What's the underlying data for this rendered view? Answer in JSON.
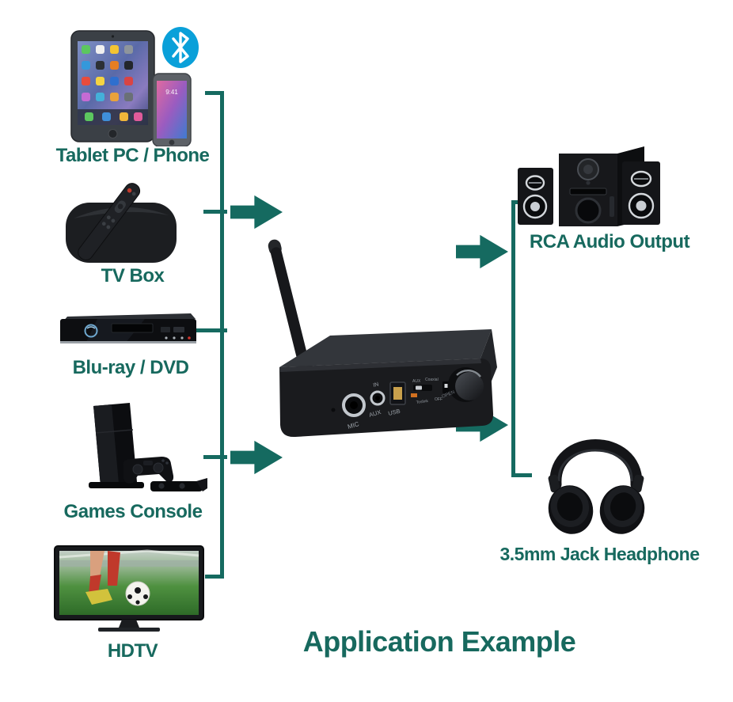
{
  "title": "Application Example",
  "colors": {
    "accent_teal": "#156a60",
    "label_teal": "#17695e",
    "bluetooth_blue": "#0aa0d9"
  },
  "sources": {
    "tablet": {
      "label": "Tablet PC / Phone"
    },
    "tvbox": {
      "label": "TV Box"
    },
    "bluray": {
      "label": "Blu-ray / DVD"
    },
    "console": {
      "label": "Games Console"
    },
    "hdtv": {
      "label": "HDTV"
    }
  },
  "outputs": {
    "rca": {
      "label": "RCA Audio Output"
    },
    "headphone": {
      "label": "3.5mm Jack Headphone"
    }
  },
  "device": {
    "mic": "MIC",
    "aux_in": "IN",
    "aux": "AUX",
    "usb": "USB",
    "sw_aux": "AUX",
    "sw_coaxial": "Coaxial",
    "sw_toslink": "Toslink",
    "sw_off": "OFF",
    "knob": "OPEN"
  },
  "phone": {
    "time": "9:41"
  }
}
